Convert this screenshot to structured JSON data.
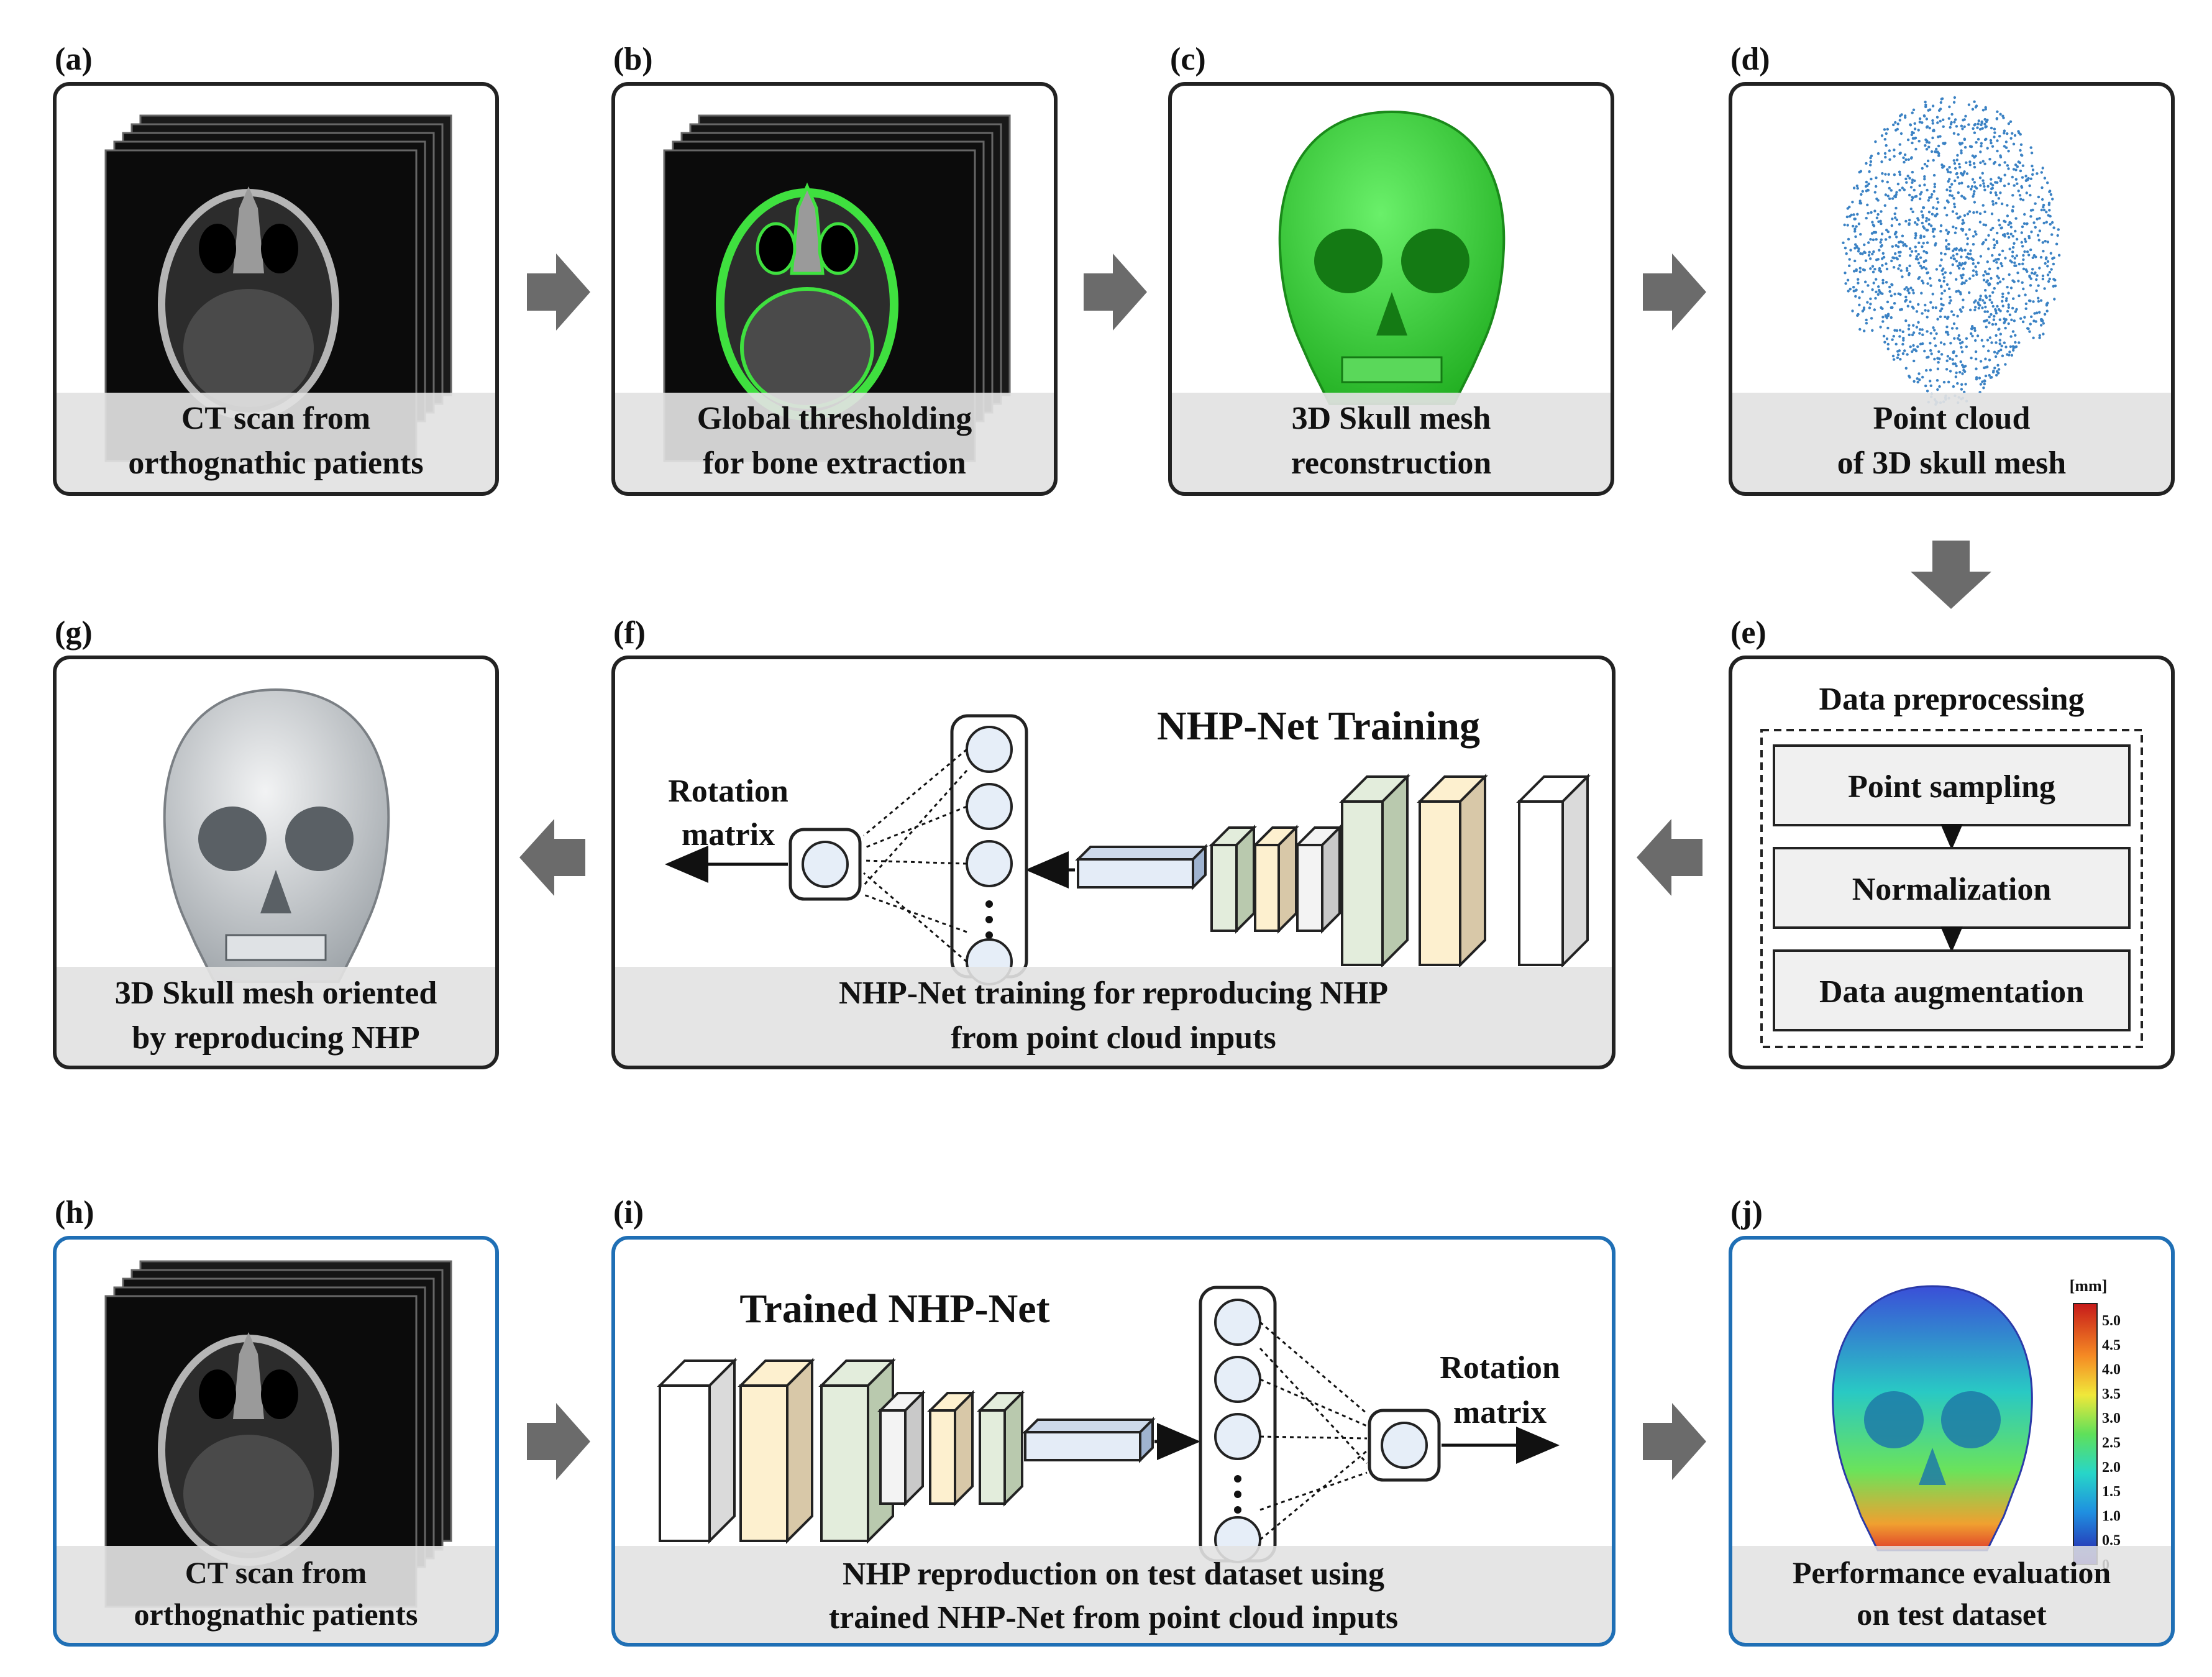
{
  "panels": {
    "a": {
      "letter": "(a)",
      "caption": [
        "CT scan from",
        "orthognathic patients"
      ]
    },
    "b": {
      "letter": "(b)",
      "caption": [
        "Global thresholding",
        "for bone extraction"
      ]
    },
    "c": {
      "letter": "(c)",
      "caption": [
        "3D Skull mesh",
        "reconstruction"
      ]
    },
    "d": {
      "letter": "(d)",
      "caption": [
        "Point cloud",
        "of 3D skull mesh"
      ]
    },
    "e": {
      "letter": "(e)",
      "title": "Data preprocessing",
      "steps": [
        "Point sampling",
        "Normalization",
        "Data augmentation"
      ]
    },
    "f": {
      "letter": "(f)",
      "title": "NHP-Net Training",
      "output": [
        "Rotation",
        "matrix"
      ],
      "caption": [
        "NHP-Net training for reproducing NHP",
        "from point cloud inputs"
      ]
    },
    "g": {
      "letter": "(g)",
      "caption": [
        "3D Skull mesh oriented",
        "by reproducing NHP"
      ]
    },
    "h": {
      "letter": "(h)",
      "caption": [
        "CT scan from",
        "orthognathic patients"
      ]
    },
    "i": {
      "letter": "(i)",
      "title": "Trained NHP-Net",
      "output": [
        "Rotation",
        "matrix"
      ],
      "caption": [
        "NHP reproduction on test dataset using",
        "trained NHP-Net from point cloud inputs"
      ]
    },
    "j": {
      "letter": "(j)",
      "caption": [
        "Performance evaluation",
        "on test dataset"
      ],
      "colorbar": {
        "unit": "[mm]",
        "ticks": [
          "5.0",
          "4.5",
          "4.0",
          "3.5",
          "3.0",
          "2.5",
          "2.0",
          "1.5",
          "1.0",
          "0.5",
          "0"
        ]
      }
    }
  },
  "colors": {
    "panel_border_black": "#222222",
    "panel_border_blue": "#1f6fb5",
    "caption_band": "#e2e2e2",
    "arrow": "#6b6b6b",
    "skull_green": "#3fd93f",
    "skull_gray": "#cfd3d6",
    "point_cloud": "#3b82c4",
    "ct_slice": "#0b0b0b"
  },
  "icons": [
    "block-arrow-right-icon",
    "block-arrow-left-icon",
    "block-arrow-down-icon",
    "neuron-icon",
    "ellipsis-icon"
  ]
}
